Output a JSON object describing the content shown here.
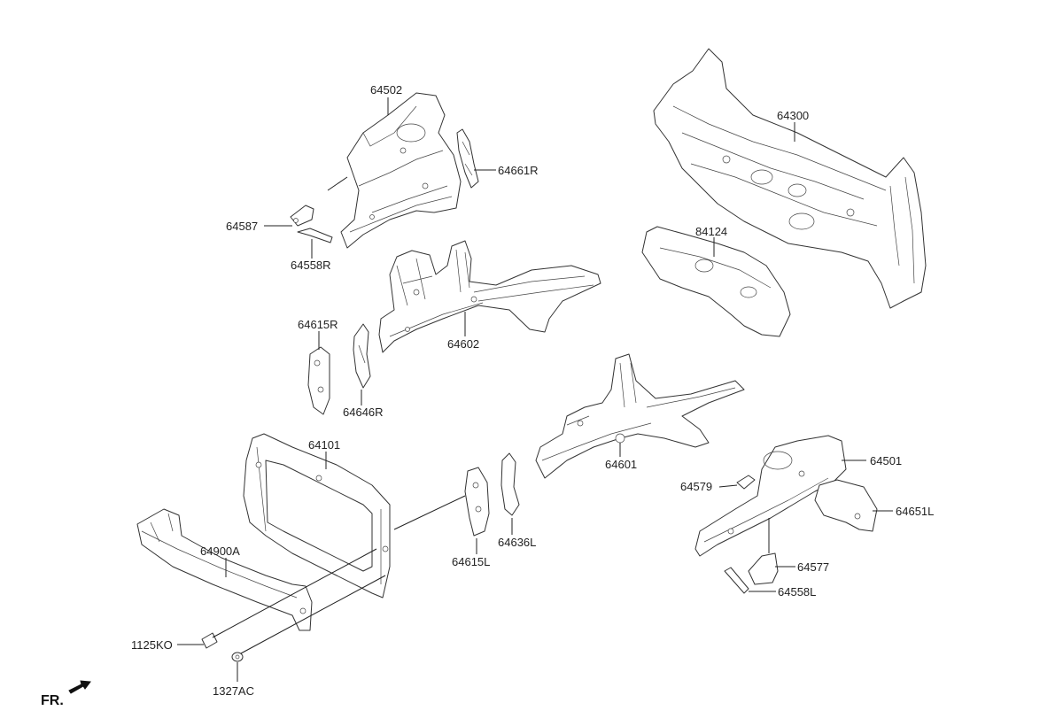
{
  "labels": {
    "p64502": "64502",
    "p64661R": "64661R",
    "p64587": "64587",
    "p64558R": "64558R",
    "p64615R": "64615R",
    "p64646R": "64646R",
    "p64602": "64602",
    "p64300": "64300",
    "p84124": "84124",
    "p64101": "64101",
    "p64601": "64601",
    "p64501": "64501",
    "p64579": "64579",
    "p64651L": "64651L",
    "p64577": "64577",
    "p64558L": "64558L",
    "p64636L": "64636L",
    "p64615L": "64615L",
    "p64900A": "64900A",
    "p1125KO": "1125KO",
    "p1327AC": "1327AC",
    "fr": "FR."
  },
  "icons": {
    "direction_arrow": "forward-arrow-icon"
  }
}
